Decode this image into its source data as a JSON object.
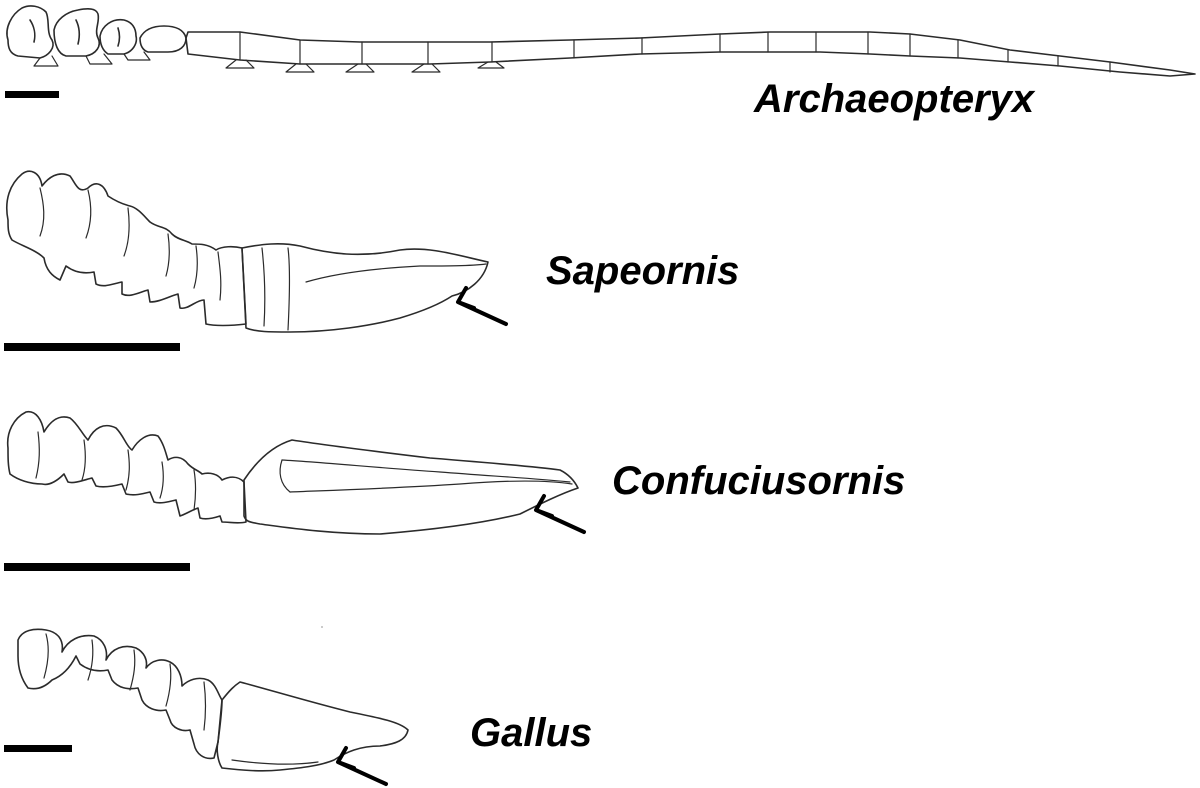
{
  "panels": [
    {
      "id": "archaeopteryx",
      "label": "Archaeopteryx",
      "has_arrow": false
    },
    {
      "id": "sapeornis",
      "label": "Sapeornis",
      "has_arrow": true
    },
    {
      "id": "confuciusornis",
      "label": "Confuciusornis",
      "has_arrow": true
    },
    {
      "id": "gallus",
      "label": "Gallus",
      "has_arrow": true
    }
  ],
  "colors": {
    "outline": "#2b2b2b",
    "scale_bar": "#000000",
    "arrow": "#000000",
    "background": "#ffffff"
  },
  "icons": {
    "pointer": "arrow-icon"
  }
}
